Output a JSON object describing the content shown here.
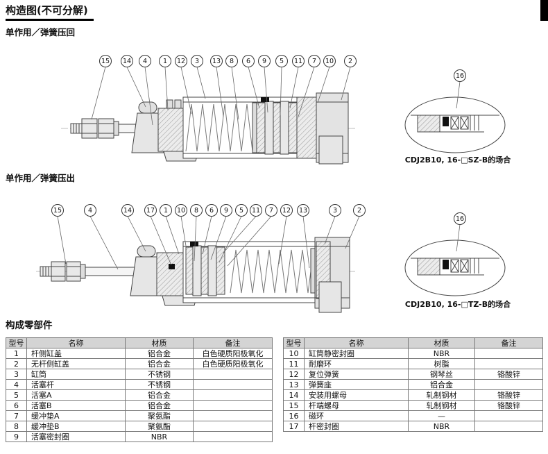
{
  "page": {
    "title": "构造图(不可分解)",
    "sections": [
      {
        "subtitle": "单作用／弹簧压回",
        "callouts": [
          "15",
          "14",
          "4",
          "1",
          "12",
          "3",
          "13",
          "8",
          "6",
          "9",
          "5",
          "11",
          "7",
          "10",
          "2"
        ],
        "detail": {
          "callout": "16",
          "caption": "CDJ2B10, 16-□SZ-B的场合"
        }
      },
      {
        "subtitle": "单作用／弹簧压出",
        "callouts": [
          "15",
          "4",
          "14",
          "17",
          "1",
          "10",
          "8",
          "6",
          "9",
          "5",
          "11",
          "7",
          "12",
          "13",
          "3",
          "2"
        ],
        "detail": {
          "callout": "16",
          "caption": "CDJ2B10, 16-□TZ-B的场合"
        }
      }
    ],
    "parts": {
      "heading": "构成零部件",
      "columns": [
        "型号",
        "名称",
        "材质",
        "备注"
      ],
      "tables": [
        {
          "rows": [
            [
              "1",
              "杆侧缸盖",
              "铝合金",
              "白色硬质阳极氧化"
            ],
            [
              "2",
              "无杆侧缸盖",
              "铝合金",
              "白色硬质阳极氧化"
            ],
            [
              "3",
              "缸筒",
              "不锈钢",
              ""
            ],
            [
              "4",
              "活塞杆",
              "不锈钢",
              ""
            ],
            [
              "5",
              "活塞A",
              "铝合金",
              ""
            ],
            [
              "6",
              "活塞B",
              "铝合金",
              ""
            ],
            [
              "7",
              "缓冲垫A",
              "聚氨酯",
              ""
            ],
            [
              "8",
              "缓冲垫B",
              "聚氨酯",
              ""
            ],
            [
              "9",
              "活塞密封圈",
              "NBR",
              ""
            ]
          ]
        },
        {
          "rows": [
            [
              "10",
              "缸筒静密封圈",
              "NBR",
              ""
            ],
            [
              "11",
              "耐磨环",
              "树脂",
              ""
            ],
            [
              "12",
              "复位弹簧",
              "钢琴丝",
              "铬酸锌"
            ],
            [
              "13",
              "弹簧座",
              "铝合金",
              ""
            ],
            [
              "14",
              "安装用螺母",
              "轧制钢材",
              "铬酸锌"
            ],
            [
              "15",
              "杆端螺母",
              "轧制钢材",
              "铬酸锌"
            ],
            [
              "16",
              "磁环",
              "—",
              ""
            ],
            [
              "17",
              "杆密封圈",
              "NBR",
              ""
            ]
          ]
        }
      ]
    }
  }
}
